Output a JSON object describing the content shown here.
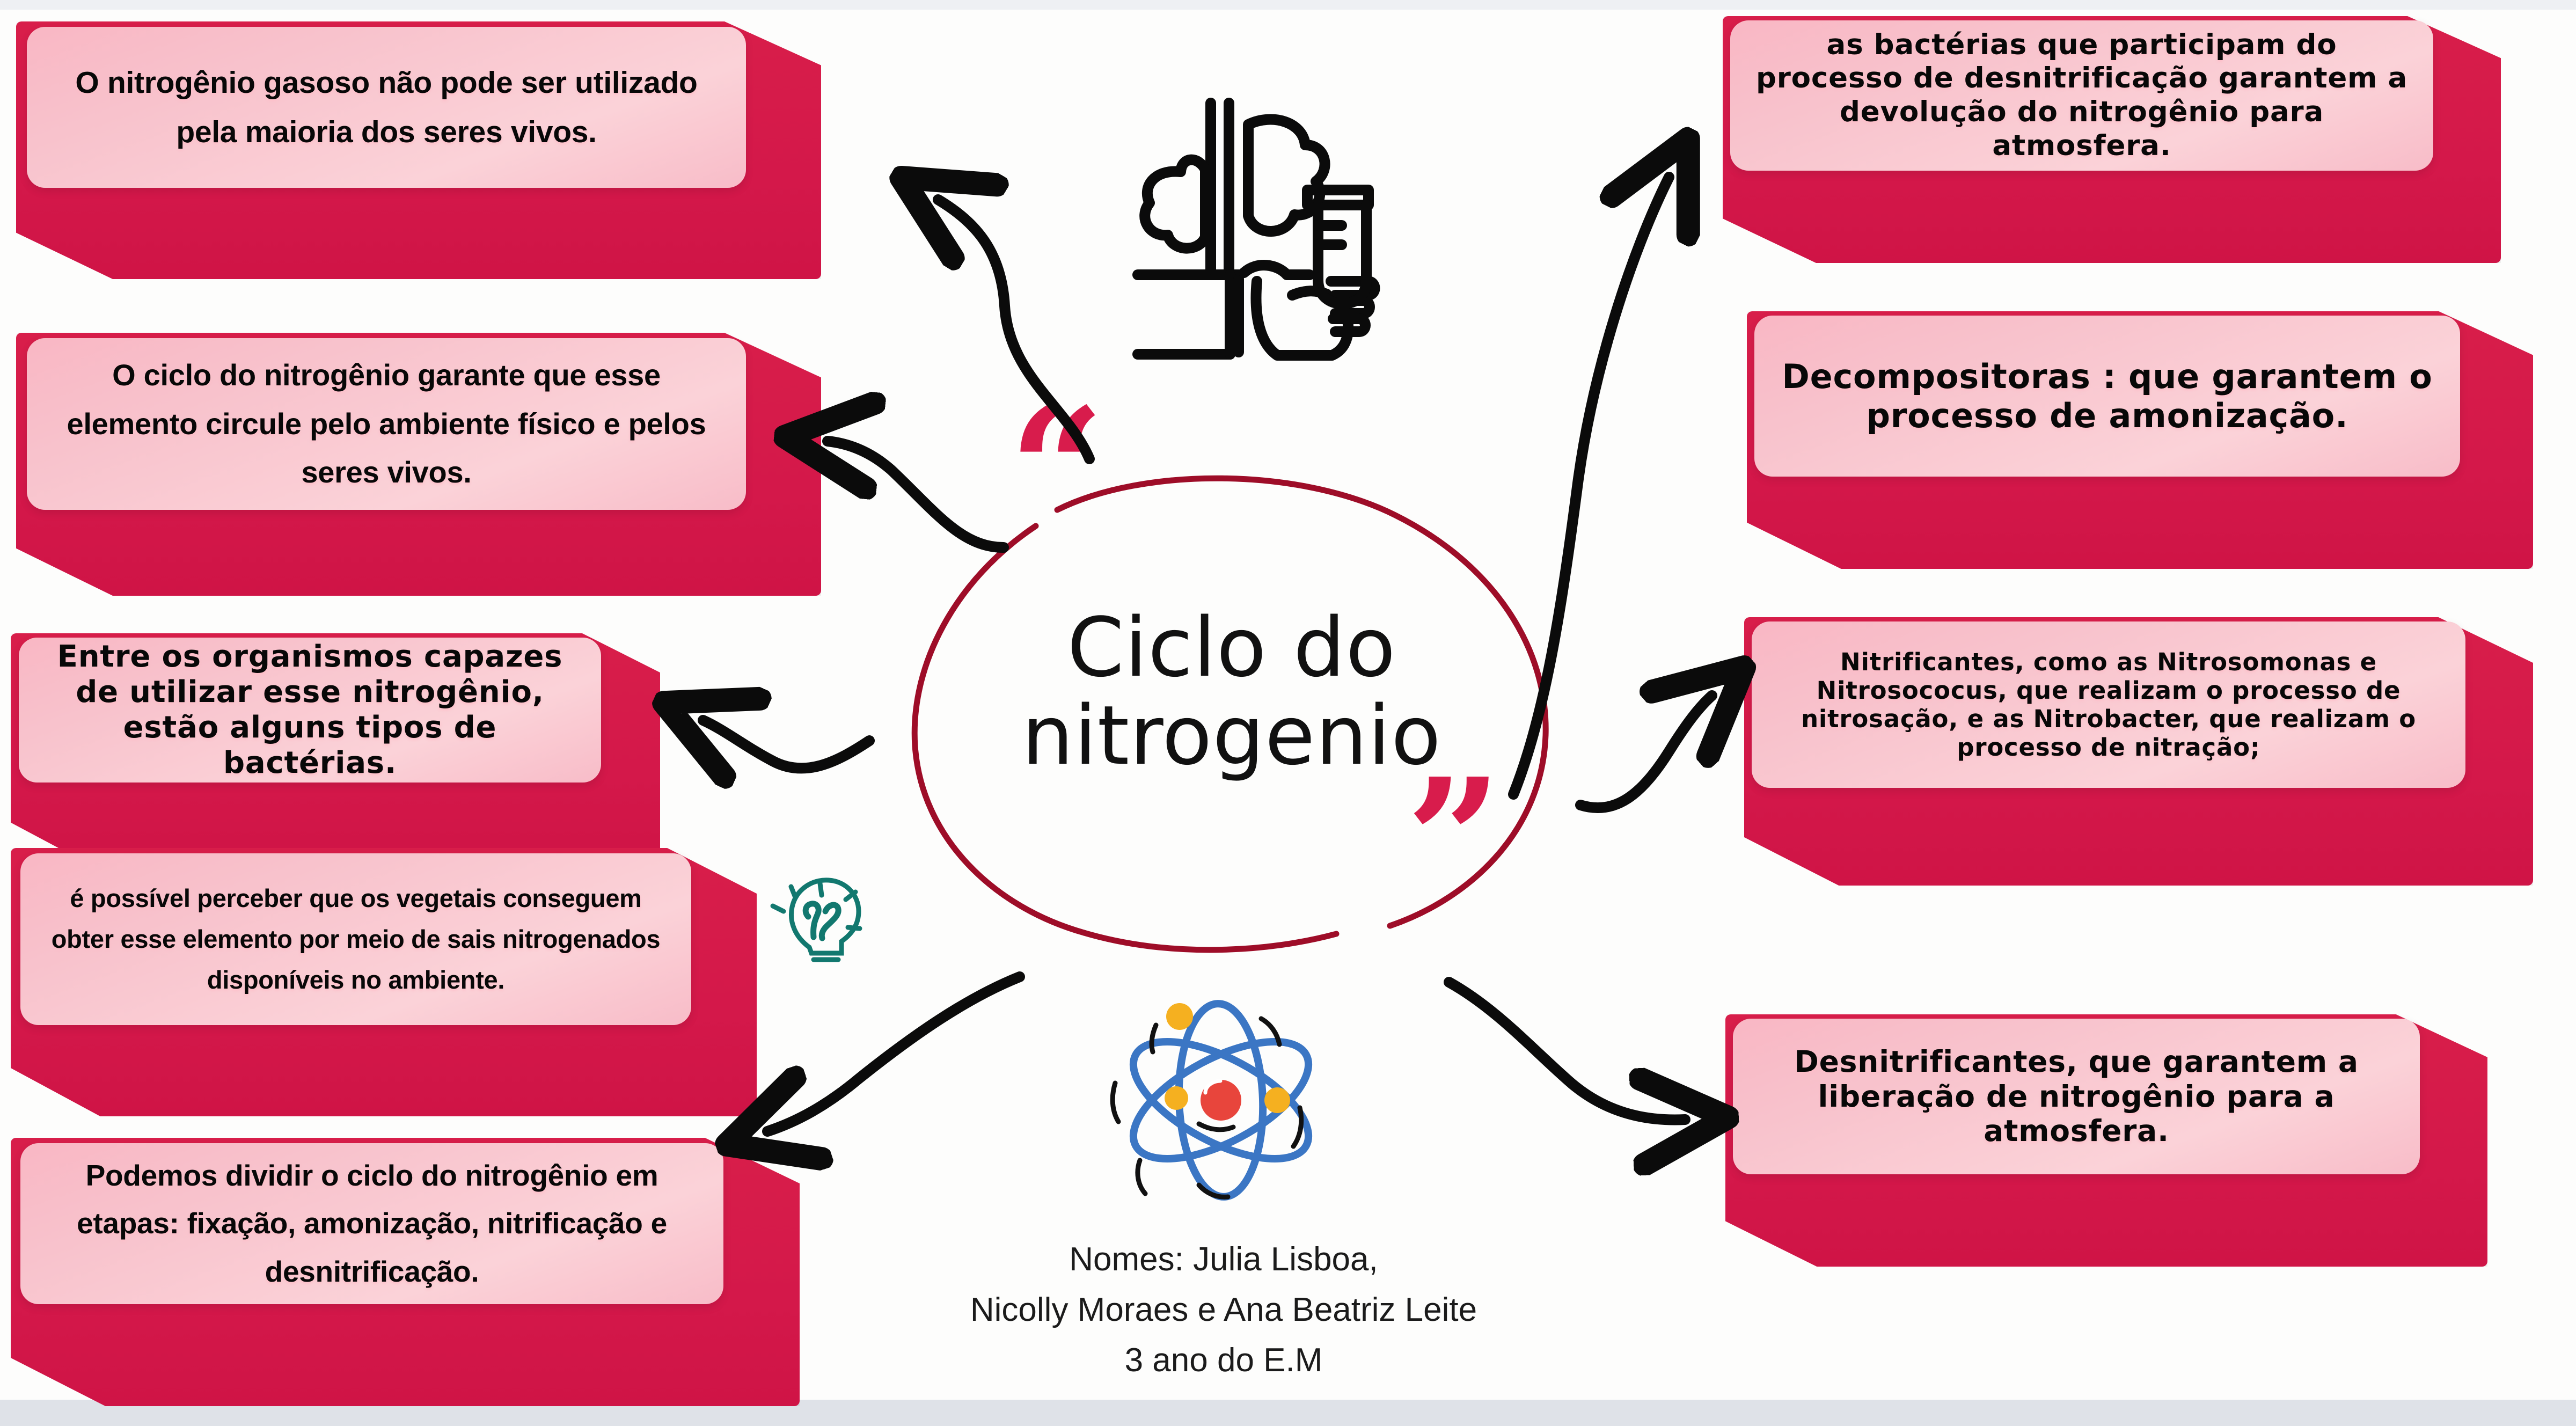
{
  "title": "Ciclo do nitrogenio",
  "title_lines": [
    "Ciclo do",
    "nitrogenio"
  ],
  "colors": {
    "card_front": "#f8c2cc",
    "card_back": "#d81e4a",
    "bubble_outline": "#9e0d28",
    "quote_mark": "#d81c4c",
    "bulb": "#12786f",
    "atom_nucleus": "#e8453c",
    "atom_orbit": "#3b76c4",
    "atom_electron": "#f5b020",
    "text": "#080808",
    "background": "#ffffff"
  },
  "quotes": {
    "open": "“",
    "close": "”"
  },
  "left_cards": [
    {
      "id": "left-1",
      "style": "cond",
      "text": "O nitrogênio gasoso não pode ser utilizado pela maioria dos seres vivos."
    },
    {
      "id": "left-2",
      "style": "cond",
      "text": "O ciclo do nitrogênio garante que esse elemento circule pelo ambiente físico e pelos seres vivos."
    },
    {
      "id": "left-3",
      "style": "round",
      "text": "Entre os organismos capazes de utilizar esse nitrogênio, estão alguns tipos de bactérias."
    },
    {
      "id": "left-4",
      "style": "cond",
      "text": "é possível perceber que os vegetais conseguem obter esse elemento por meio de sais nitrogenados disponíveis no ambiente."
    },
    {
      "id": "left-5",
      "style": "cond",
      "text": "Podemos dividir o ciclo do nitrogênio em etapas: fixação, amonização, nitrificação e desnitrificação."
    }
  ],
  "right_cards": [
    {
      "id": "right-1",
      "style": "round",
      "text": "as bactérias que participam do processo de desnitrificação garantem a devolução do nitrogênio para atmosfera."
    },
    {
      "id": "right-2",
      "style": "round",
      "text": "Decompositoras : que garantem o processo de amonização."
    },
    {
      "id": "right-3",
      "style": "round",
      "text": "Nitrificantes, como as Nitrosomonas e Nitrosococus, que realizam o processo de nitrosação, e as Nitrobacter, que realizam o processo de nitração;"
    },
    {
      "id": "right-4",
      "style": "round",
      "text": "Desnitrificantes, que garantem a liberação de nitrogênio para a atmosfera."
    }
  ],
  "byline": [
    "Nomes: Julia Lisboa,",
    "Nicolly Moraes e Ana Beatriz Leite",
    "3 ano do E.M"
  ],
  "icons": {
    "lab": "tree-and-test-tube-icon",
    "atom": "atom-icon",
    "bulb": "idea-lightbulb-icon"
  }
}
